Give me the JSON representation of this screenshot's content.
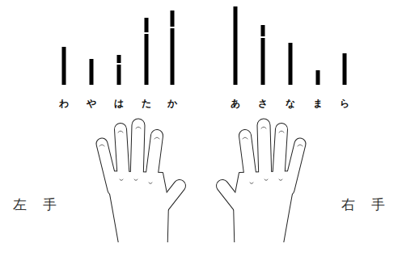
{
  "diagram": {
    "labels": [
      "わ",
      "や",
      "は",
      "た",
      "か",
      "あ",
      "さ",
      "な",
      "ま",
      "ら",
      "左手",
      "右手"
    ]
  }
}
